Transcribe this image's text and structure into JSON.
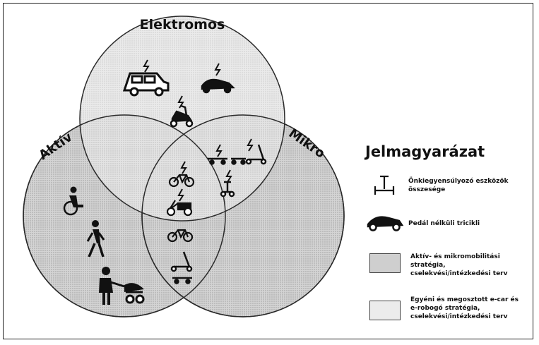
{
  "circles": {
    "electric_label": "Elektromos",
    "active_label": "Aktív",
    "micro_label": "Mikro"
  },
  "legend": {
    "title": "Jelmagyarázat",
    "items": [
      {
        "icon": "self-balancing-device-icon",
        "text_lines": [
          "Önkiegyensúlyozó eszközök",
          "összesége"
        ]
      },
      {
        "icon": "pedal-less-tricycle-icon",
        "text_lines": [
          "Pedál nélküli tricikli"
        ]
      },
      {
        "icon": "swatch-dense",
        "text_lines": [
          "Aktív- és mikromobilitási",
          "stratégia,",
          "cselekvési/intézkedési terv"
        ]
      },
      {
        "icon": "swatch-light",
        "text_lines": [
          "Egyéni és megosztott e-car és",
          "e-robogó stratégia,",
          "cselekvési/intézkedési terv"
        ]
      }
    ]
  },
  "colors": {
    "dense_fill": "#d6d6d6",
    "light_fill": "#ececec",
    "outline": "#2a2a2a"
  }
}
